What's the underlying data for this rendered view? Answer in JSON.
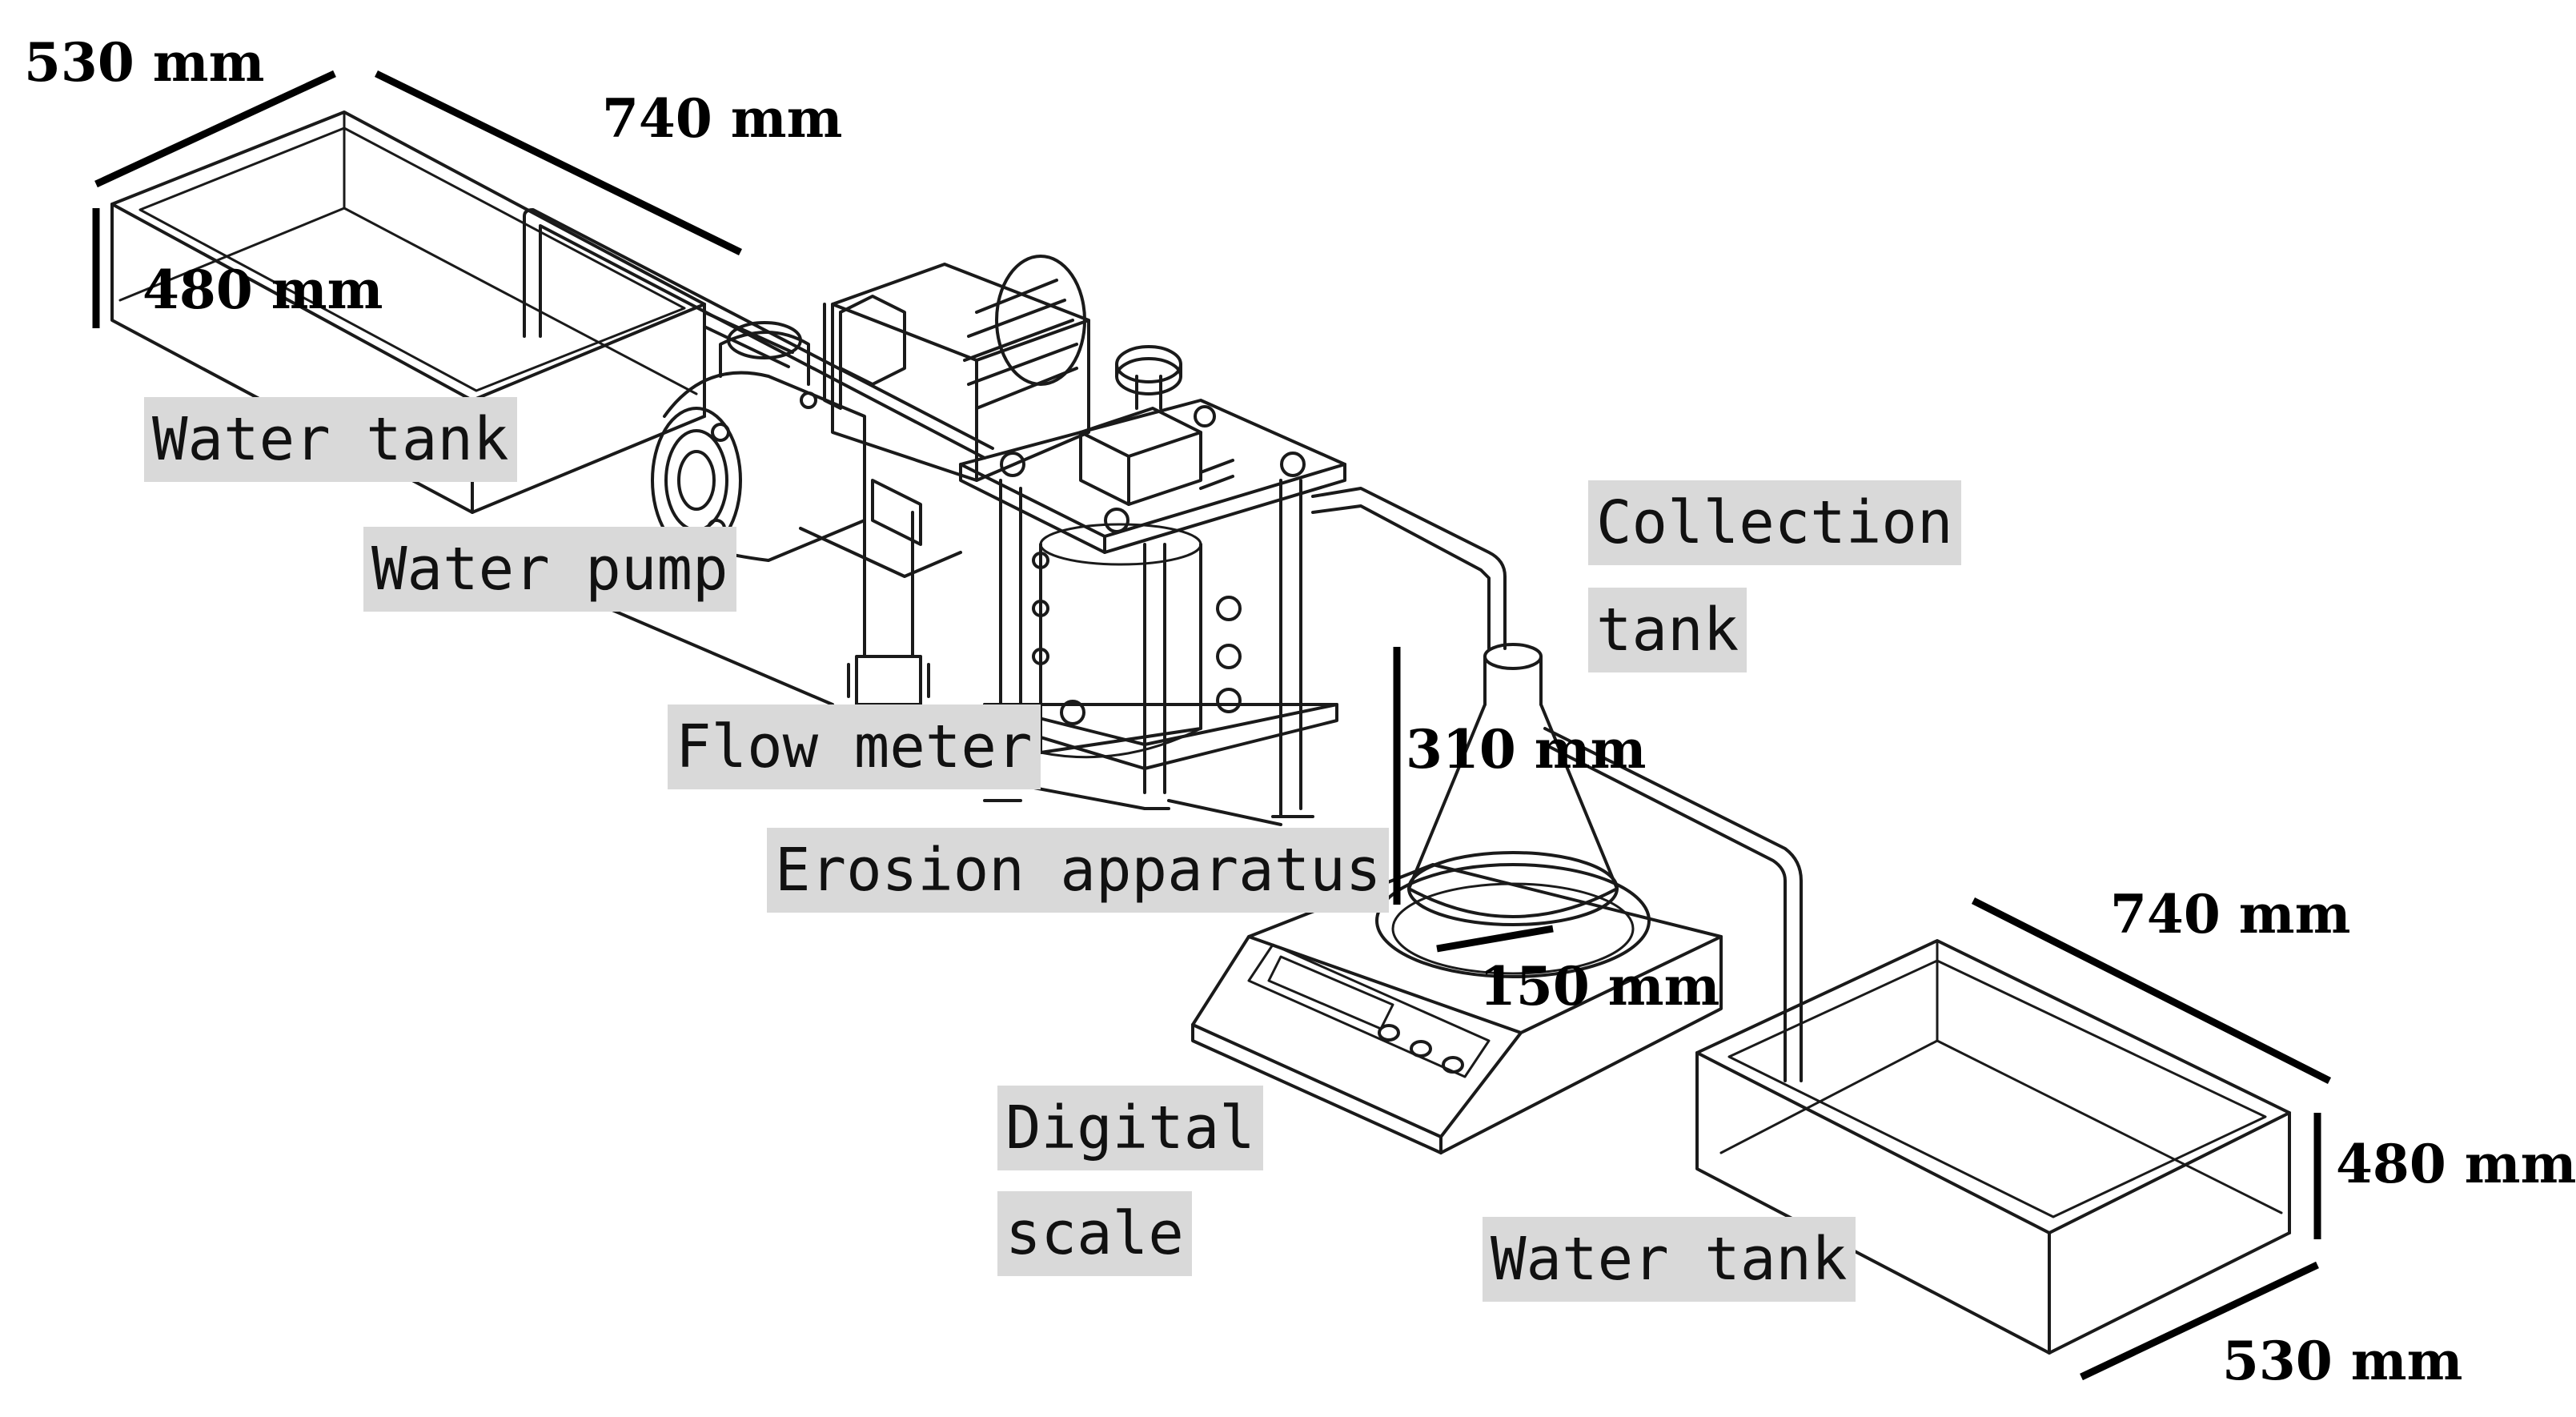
{
  "colors": {
    "label_background": "#d9d9d9",
    "line": "#1a1a1a",
    "dimension_line": "#000000"
  },
  "labels": {
    "water_tank_left": "Water tank",
    "water_pump": "Water pump",
    "flow_meter": "Flow meter",
    "erosion_apparatus": "Erosion apparatus",
    "collection_tank_line1": "Collection",
    "collection_tank_line2": "tank",
    "digital_scale_line1": "Digital",
    "digital_scale_line2": "scale",
    "water_tank_right": "Water tank"
  },
  "dimensions": {
    "left_tank_width": "530 mm",
    "left_tank_length": "740 mm",
    "left_tank_height": "480 mm",
    "collection_tank_height": "310 mm",
    "collection_tank_diameter": "150 mm",
    "right_tank_length": "740 mm",
    "right_tank_height": "480 mm",
    "right_tank_width": "530 mm"
  }
}
